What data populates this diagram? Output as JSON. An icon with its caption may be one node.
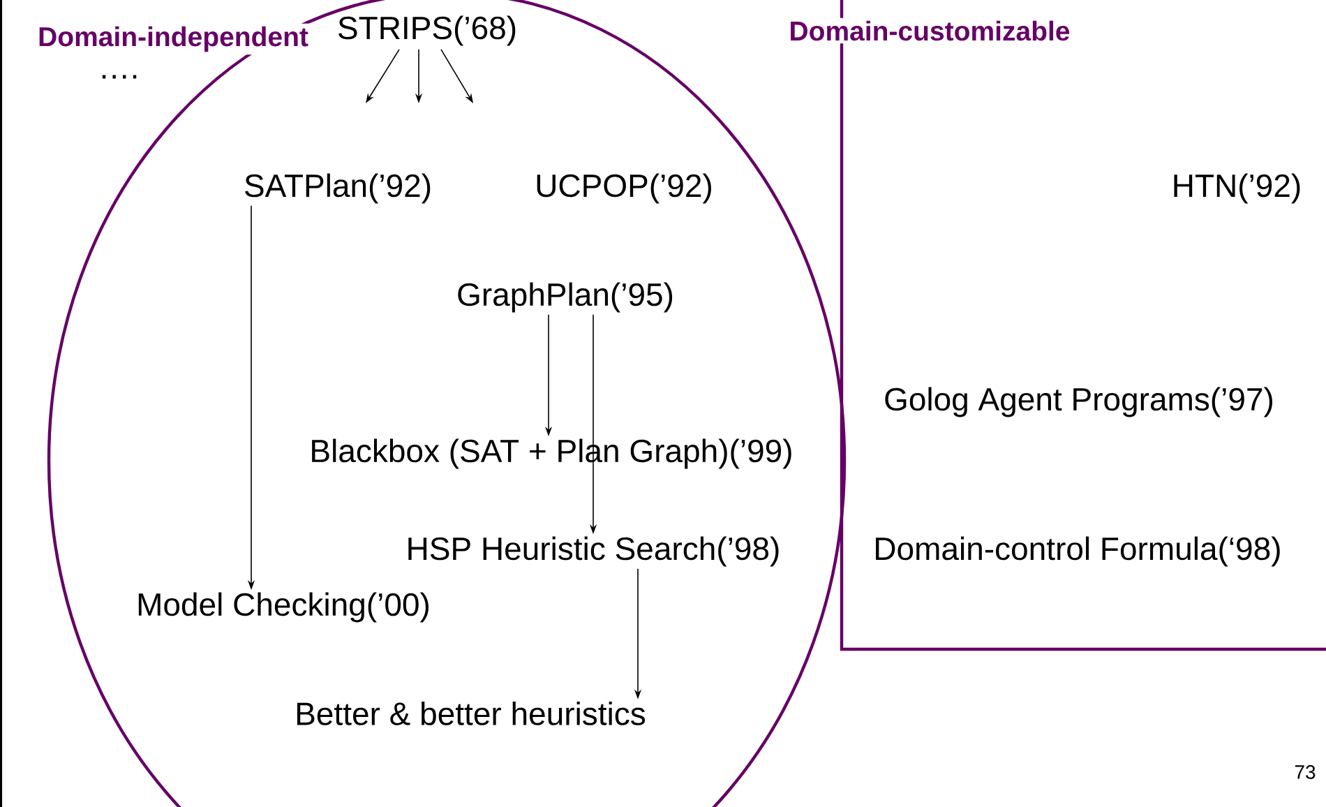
{
  "diagram": {
    "nodes": [
      {
        "text": [
          "Domain-independent"
        ]
      },
      {
        "text": [
          "Domain-customizable"
        ]
      },
      {
        "text": [
          "STRIPS(’68)"
        ],
        "in": 0
      },
      {
        "text": [
          "SATPlan(’92)"
        ],
        "in": 0
      },
      {
        "text": [
          "UCPOP(’92)"
        ],
        "in": 0
      },
      {
        "text": [
          "GraphPlan(’95)"
        ],
        "in": 0
      },
      {
        "text": [
          "Blackbox (SAT + Plan Graph)(’99)"
        ],
        "in": 0
      },
      {
        "text": [
          "HSP Heuristic Search(’98)"
        ],
        "in": 0
      },
      {
        "text": [
          "Model Checking(’00)"
        ],
        "in": 0
      },
      {
        "text": [
          "Better & better heuristics"
        ],
        "in": 0
      },
      {
        "text": [
          "HTN(’92)"
        ],
        "in": 1
      },
      {
        "text": [
          "Golog Agent Programs(’97)"
        ],
        "in": 1
      },
      {
        "text": [
          "Domain-control Formula(‘98)"
        ],
        "in": 1
      }
    ],
    "edges": [
      {
        "from": 2,
        "to": null,
        "arrow": "to"
      },
      {
        "from": 2,
        "to": null,
        "arrow": "to"
      },
      {
        "from": 2,
        "to": null,
        "arrow": "to"
      },
      {
        "from": 3,
        "to": 8,
        "arrow": "to"
      },
      {
        "from": 5,
        "to": 6,
        "arrow": "to"
      },
      {
        "from": 5,
        "to": 7,
        "arrow": "to"
      },
      {
        "from": 7,
        "to": 9,
        "arrow": "to"
      }
    ],
    "labels": [
      "….",
      "73"
    ]
  }
}
